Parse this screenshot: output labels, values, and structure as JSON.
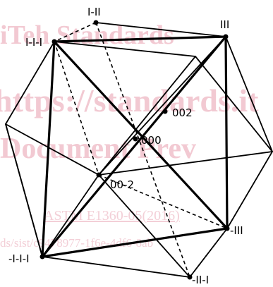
{
  "watermark": {
    "line1": "iTeh Standards",
    "line2": "https://standards.it",
    "line3": "Document Prev",
    "line4": "ASTM E1360-05(2016)",
    "line5": "ds/sist/c9478977-1f6e-4df6-8ab"
  },
  "labels": {
    "v_I_II": "I-II",
    "v_III": "III",
    "v_I_I_I": "I-I-I",
    "v_002": "002",
    "v_000": "000",
    "v_00_2": "00-2",
    "v_neg_III": "-III",
    "v_neg_I_I_I": "-I-I-I",
    "v_neg_II_I": "-II-I"
  }
}
